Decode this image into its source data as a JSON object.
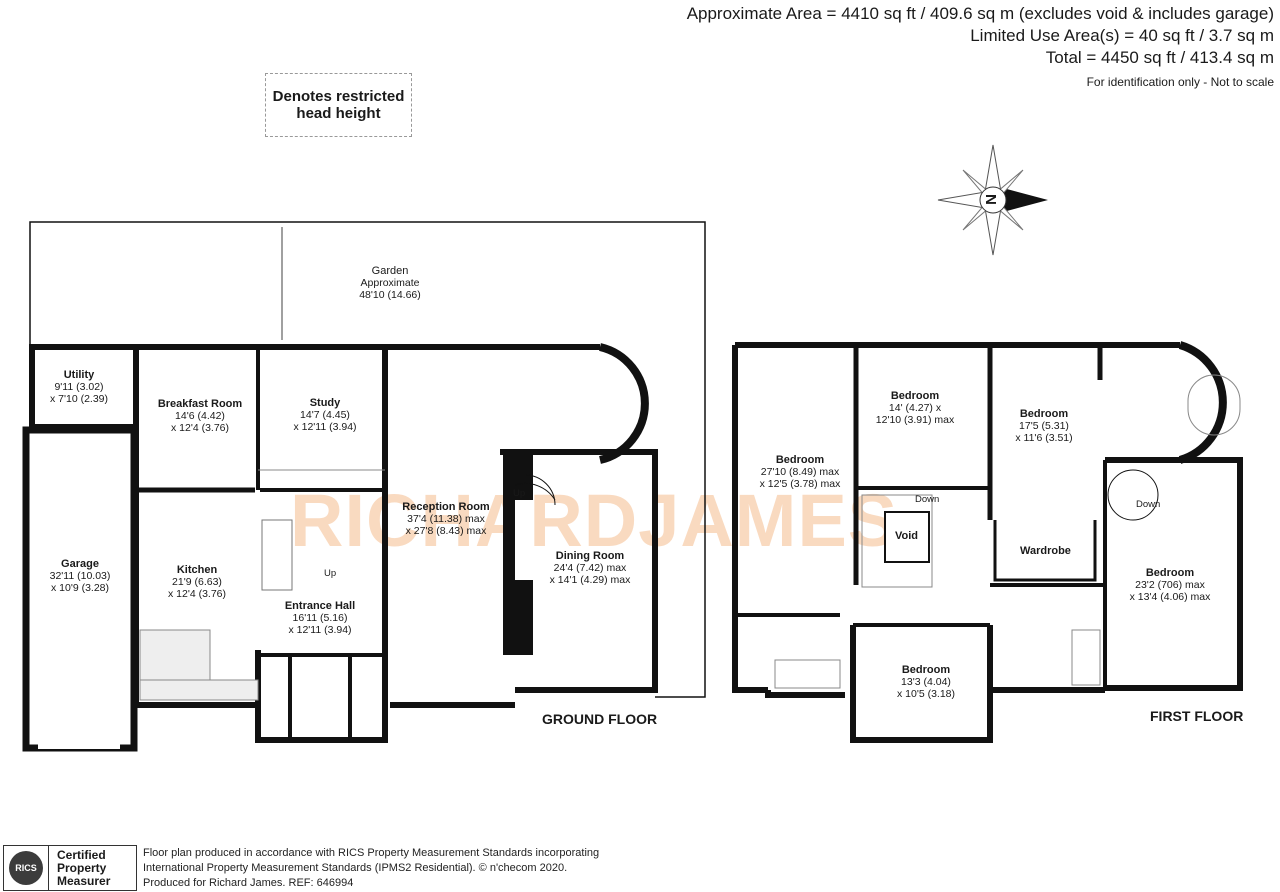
{
  "area": {
    "approx": "Approximate Area = 4410 sq ft / 409.6 sq m (excludes void & includes garage)",
    "limited": "Limited Use Area(s) = 40 sq ft / 3.7 sq m",
    "total": "Total = 4450 sq ft / 413.4 sq m",
    "note": "For identification only - Not to scale"
  },
  "legend": {
    "line1": "Denotes restricted",
    "line2": "head height"
  },
  "compass_letter": "N",
  "watermark": "RICHARDJAMES",
  "ground_floor": {
    "label": "GROUND FLOOR",
    "rooms": [
      {
        "name": "Garden",
        "dims": [
          "Approximate",
          "48'10 (14.66)"
        ]
      },
      {
        "name": "Utility",
        "dims": [
          "9'11 (3.02)",
          "x 7'10 (2.39)"
        ]
      },
      {
        "name": "Breakfast Room",
        "dims": [
          "14'6 (4.42)",
          "x 12'4 (3.76)"
        ]
      },
      {
        "name": "Study",
        "dims": [
          "14'7 (4.45)",
          "x 12'11 (3.94)"
        ]
      },
      {
        "name": "Reception Room",
        "dims": [
          "37'4 (11.38) max",
          "x 27'8 (8.43) max"
        ]
      },
      {
        "name": "Dining Room",
        "dims": [
          "24'4 (7.42) max",
          "x 14'1 (4.29) max"
        ]
      },
      {
        "name": "Garage",
        "dims": [
          "32'11 (10.03)",
          "x 10'9 (3.28)"
        ]
      },
      {
        "name": "Kitchen",
        "dims": [
          "21'9 (6.63)",
          "x 12'4 (3.76)"
        ]
      },
      {
        "name": "Entrance Hall",
        "dims": [
          "16'11 (5.16)",
          "x 12'11 (3.94)"
        ]
      }
    ],
    "stairs": [
      "Up",
      "Up"
    ]
  },
  "first_floor": {
    "label": "FIRST FLOOR",
    "rooms": [
      {
        "name": "Bedroom",
        "dims": [
          "27'10 (8.49) max",
          "x 12'5 (3.78) max"
        ]
      },
      {
        "name": "Bedroom",
        "dims": [
          "14' (4.27) x",
          "12'10 (3.91) max"
        ]
      },
      {
        "name": "Bedroom",
        "dims": [
          "17'5 (5.31)",
          "x 11'6 (3.51)"
        ]
      },
      {
        "name": "Bedroom",
        "dims": [
          "23'2 (706) max",
          "x 13'4 (4.06) max"
        ]
      },
      {
        "name": "Bedroom",
        "dims": [
          "13'3 (4.04)",
          "x 10'5 (3.18)"
        ]
      }
    ],
    "void": "Void",
    "wardrobe": "Wardrobe",
    "stairs": [
      "Down",
      "Down"
    ]
  },
  "footer": {
    "line1": "Floor plan produced in accordance with RICS Property Measurement Standards incorporating",
    "line2": "International Property Measurement Standards (IPMS2 Residential).  © n'checom 2020.",
    "line3": "Produced for Richard James.   REF:  646994",
    "logo_text": "RICS",
    "certified": [
      "Certified",
      "Property",
      "Measurer"
    ]
  }
}
